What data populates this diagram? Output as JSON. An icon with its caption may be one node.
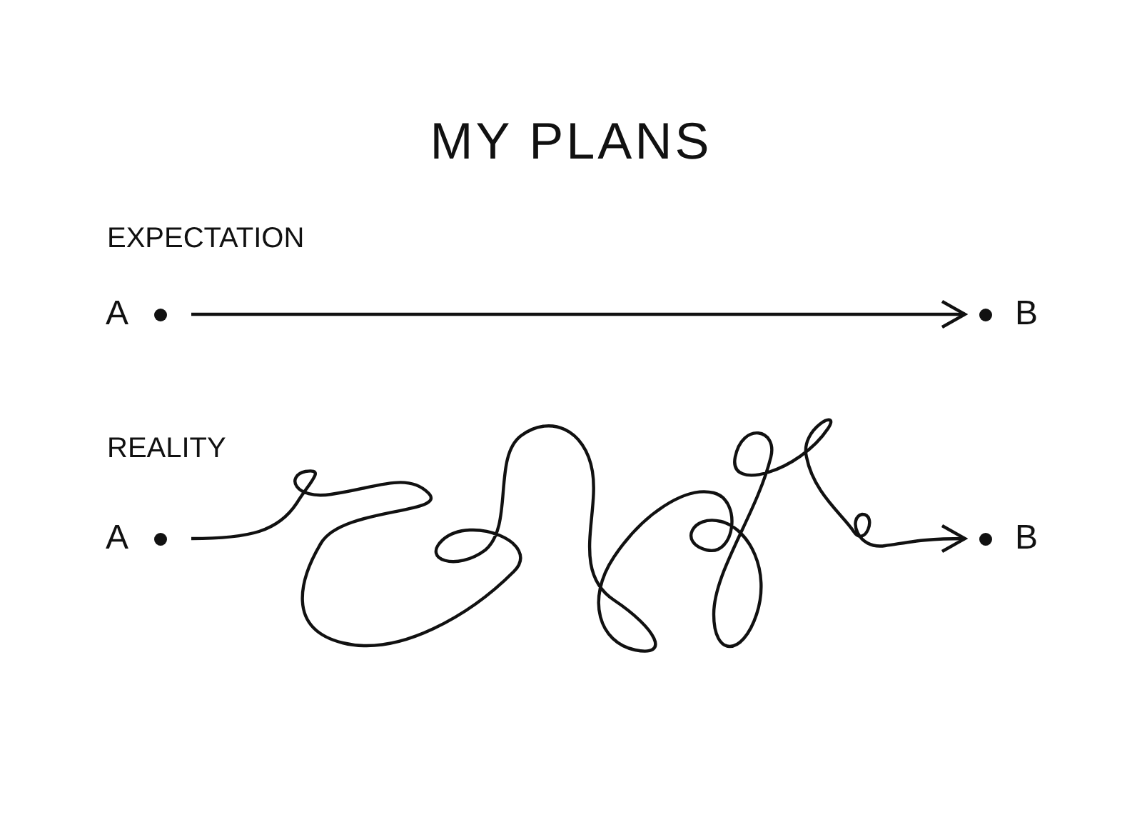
{
  "diagram": {
    "title": "MY PLANS",
    "nodes": [
      {
        "text": [
          "A"
        ]
      },
      {
        "text": [
          "B"
        ]
      },
      {
        "text": [
          "A"
        ]
      },
      {
        "text": [
          "B"
        ]
      }
    ],
    "edges": [
      {
        "from": 0,
        "to": 1,
        "arrow": "to"
      },
      {
        "from": 2,
        "to": 3,
        "arrow": "to"
      }
    ],
    "labels": [
      "EXPECTATION",
      "REALITY"
    ]
  }
}
